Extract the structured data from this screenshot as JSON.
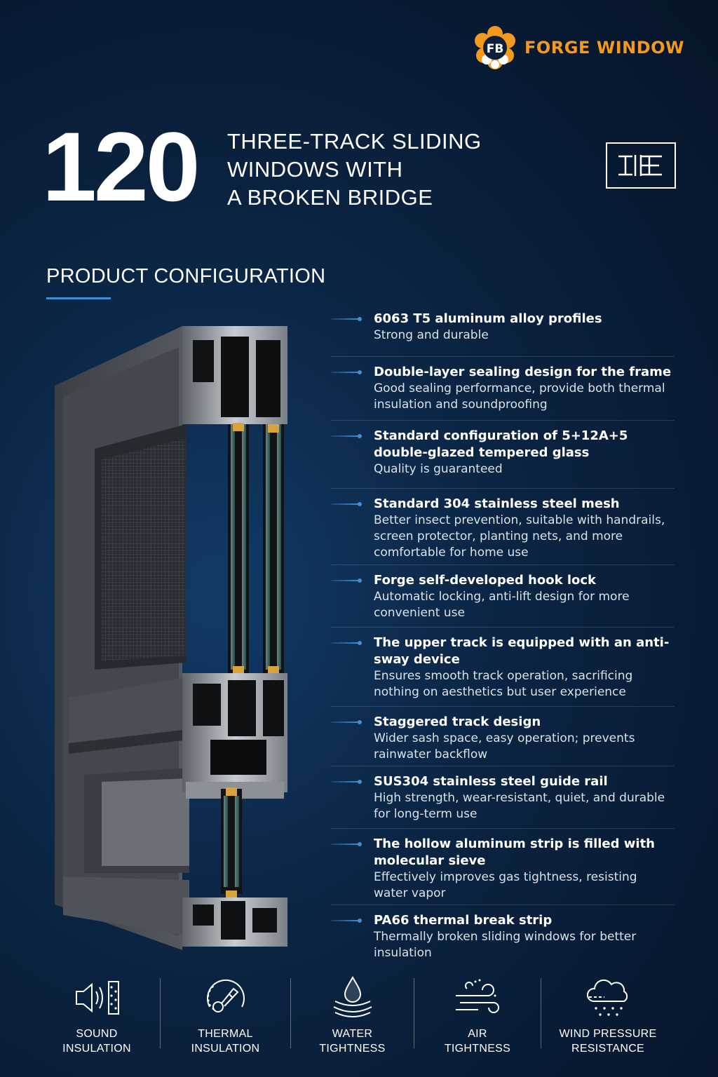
{
  "brand": {
    "name": "FORGE WINDOW",
    "mark": "FB",
    "color": "#f39a1e"
  },
  "header": {
    "model": "120",
    "title_lines": [
      "THREE-TRACK SLIDING",
      "WINDOWS WITH",
      "A BROKEN BRIDGE"
    ]
  },
  "section": {
    "title": "PRODUCT CONFIGURATION",
    "accent": "#3d8fd6"
  },
  "features": [
    {
      "title": "6063 T5 aluminum alloy profiles",
      "desc": "Strong and durable"
    },
    {
      "title": "Double-layer sealing design for the frame",
      "desc": "Good sealing performance, provide both thermal insulation and soundproofing"
    },
    {
      "title": "Standard configuration of 5+12A+5 double-glazed tempered glass",
      "desc": "Quality is guaranteed"
    },
    {
      "title": "Standard 304 stainless steel mesh",
      "desc": "Better insect prevention, suitable with handrails, screen protector, planting nets, and more comfortable for home use"
    },
    {
      "title": "Forge self-developed hook lock",
      "desc": "Automatic locking, anti-lift design for more convenient use"
    },
    {
      "title": "The upper track is equipped with an anti-sway device",
      "desc": "Ensures smooth track operation, sacrificing nothing on aesthetics but user experience"
    },
    {
      "title": "Staggered track design",
      "desc": "Wider sash space, easy operation; prevents rainwater backflow"
    },
    {
      "title": "SUS304 stainless steel guide rail",
      "desc": "High strength, wear-resistant, quiet, and durable for long-term use"
    },
    {
      "title": "The hollow aluminum strip is filled with molecular sieve",
      "desc": "Effectively improves gas tightness, resisting water vapor"
    },
    {
      "title": "PA66 thermal break strip",
      "desc": "Thermally broken sliding windows for better insulation"
    }
  ],
  "performance": [
    {
      "icon": "sound-icon",
      "label_lines": [
        "SOUND",
        "INSULATION"
      ]
    },
    {
      "icon": "thermometer-icon",
      "label_lines": [
        "THERMAL",
        "INSULATION"
      ]
    },
    {
      "icon": "water-drop-icon",
      "label_lines": [
        "WATER",
        "TIGHTNESS"
      ]
    },
    {
      "icon": "wind-icon",
      "label_lines": [
        "AIR",
        "TIGHTNESS"
      ]
    },
    {
      "icon": "storm-cloud-icon",
      "label_lines": [
        "WIND PRESSURE",
        "RESISTANCE"
      ]
    }
  ]
}
